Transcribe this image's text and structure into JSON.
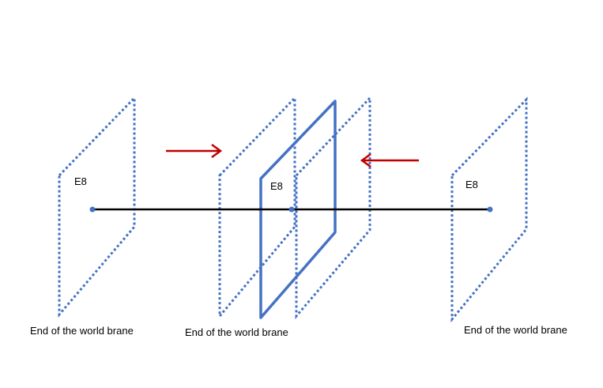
{
  "diagram": {
    "labels": {
      "e8_left": "E8",
      "e8_center": "E8",
      "e8_right": "E8",
      "brane_left": "End of the world brane",
      "brane_center": "End of the world brane",
      "brane_right": "End of the world brane"
    },
    "colors": {
      "dotted_brane": "#4472C4",
      "solid_brane": "#4472C4",
      "interval_line": "#000000",
      "arrows": "#C00000",
      "endpoints": "#4472C4"
    }
  }
}
